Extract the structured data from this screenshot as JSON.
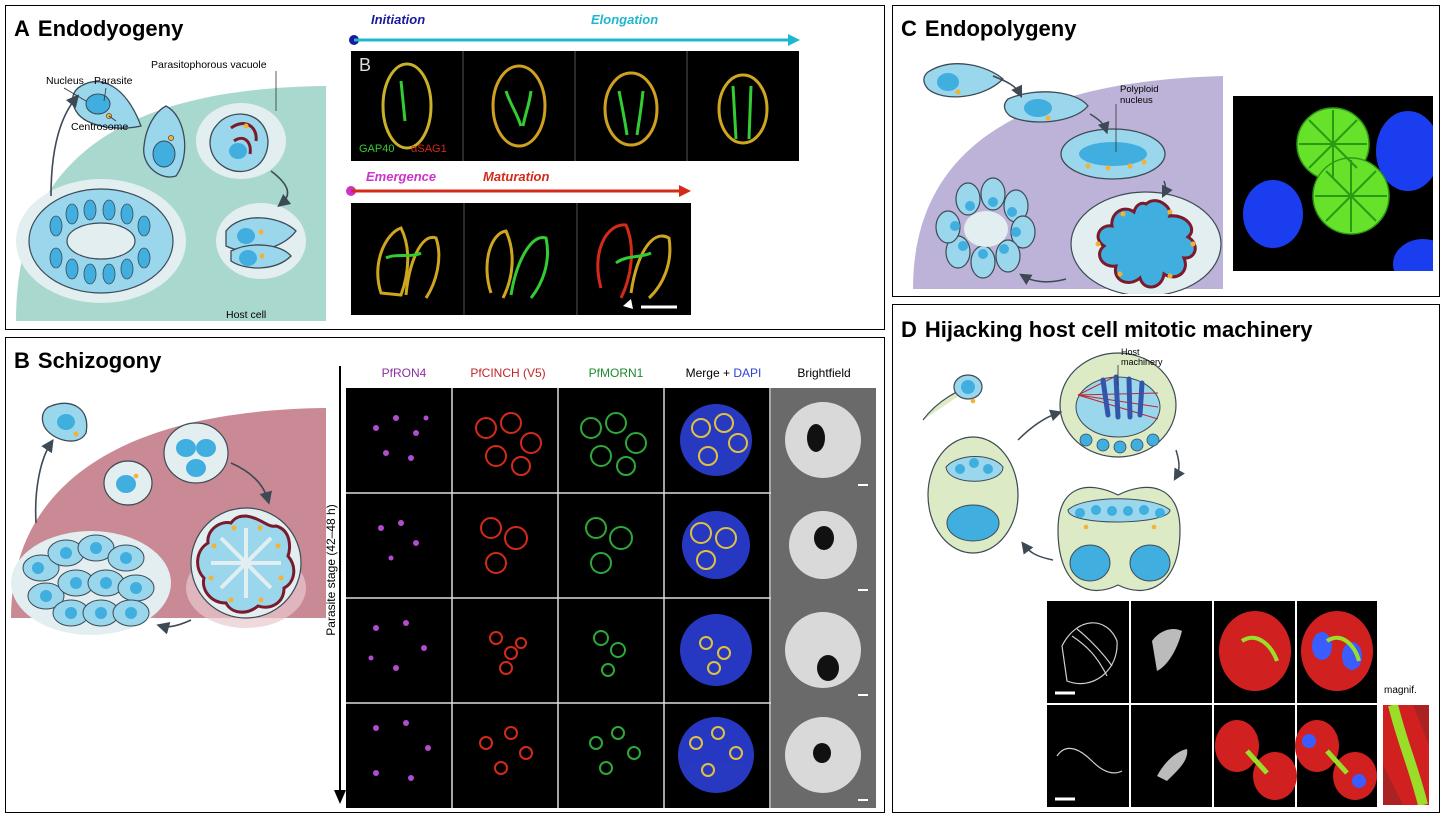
{
  "panels": {
    "A": {
      "letter": "A",
      "title": "Endodyogeny",
      "labels": {
        "nucleus": "Nucleus",
        "parasite": "Parasite",
        "vacuole": "Parasitophorous vacuole",
        "centrosome": "Centrosome",
        "host_cell": "Host cell"
      },
      "inset": {
        "letter": "B",
        "stage_initiation": "Initiation",
        "stage_elongation": "Elongation",
        "stage_emergence": "Emergence",
        "stage_maturation": "Maturation",
        "channel_green": "GAP40",
        "channel_red": "αSAG1"
      }
    },
    "B": {
      "letter": "B",
      "title": "Schizogony",
      "columns": [
        "PfRON4",
        "PfCINCH (V5)",
        "PfMORN1",
        "Merge + ",
        "DAPI",
        "Brightfield"
      ],
      "axis_label": "Parasite stage (42–48 h)"
    },
    "C": {
      "letter": "C",
      "title": "Endopolygeny",
      "labels": {
        "polyploid": "Polyploid",
        "nucleus": "nucleus"
      }
    },
    "D": {
      "letter": "D",
      "title": "Hijacking host cell mitotic machinery",
      "labels": {
        "host": "Host",
        "machinery": "machinery",
        "magnif": "magnif."
      }
    }
  },
  "colors": {
    "border": "#000000",
    "host_teal": "#a9d8cf",
    "host_pink": "#c98a95",
    "host_purple": "#bdb3d8",
    "host_green": "#dcebc6",
    "parasite_blue": "#9ad6ec",
    "nucleus_blue": "#41aee0",
    "centrosome": "#f2b233",
    "pellicle": "#7a1a2b",
    "initiation": "#1a1a9e",
    "elongation": "#1fb7d0",
    "emergence": "#cc33cc",
    "maturation": "#d42a1a",
    "col_ron4": "#8b2fa0",
    "col_cinch": "#c0252a",
    "col_morn1": "#1e8a2e",
    "col_dapi": "#2b3fd6"
  }
}
